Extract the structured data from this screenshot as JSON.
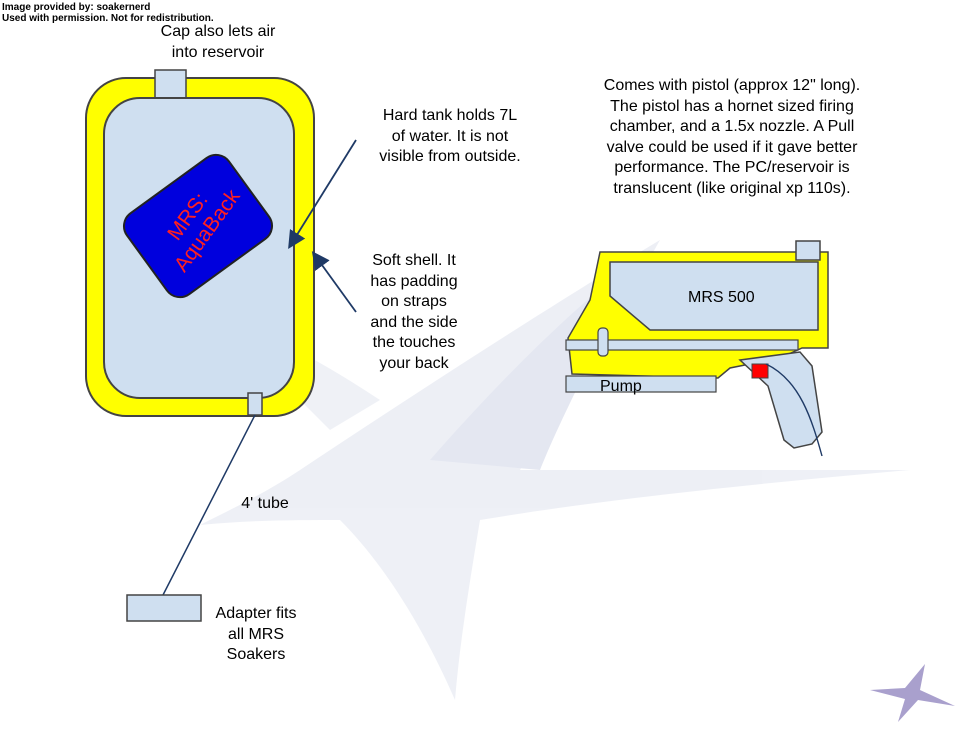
{
  "credit": {
    "line1": "Image provided by: soakernerd",
    "line2": "Used with permission. Not for redistribution."
  },
  "backpack": {
    "badge_line1": "MRS:",
    "badge_line2": "AquaBack",
    "cap_note": [
      "Cap also lets air",
      "into reservoir"
    ],
    "tank_note": [
      "Hard tank holds 7L",
      "of water. It is not",
      "visible from outside."
    ],
    "shell_note": [
      "Soft shell. It",
      "has padding",
      "on straps",
      "and the side",
      "the touches",
      "your back"
    ],
    "tube_note": "4' tube",
    "adapter_note": [
      "Adapter fits",
      "all MRS",
      "Soakers"
    ]
  },
  "pistol": {
    "description": [
      "Comes with pistol (approx 12\" long).",
      "The pistol has a hornet sized firing",
      "chamber, and a 1.5x nozzle. A Pull",
      "valve could be used if it gave better",
      "performance. The PC/reservoir is",
      "translucent (like original xp 110s)."
    ],
    "reservoir_label": "MRS 500",
    "pump_label": "Pump"
  },
  "colors": {
    "shell": "#ffff00",
    "tank": "#cfdff0",
    "badge": "#0000dd",
    "badge_text": "#ff2020",
    "trigger": "#ff0000",
    "outline": "#333333",
    "accent": "#1f3a66"
  }
}
